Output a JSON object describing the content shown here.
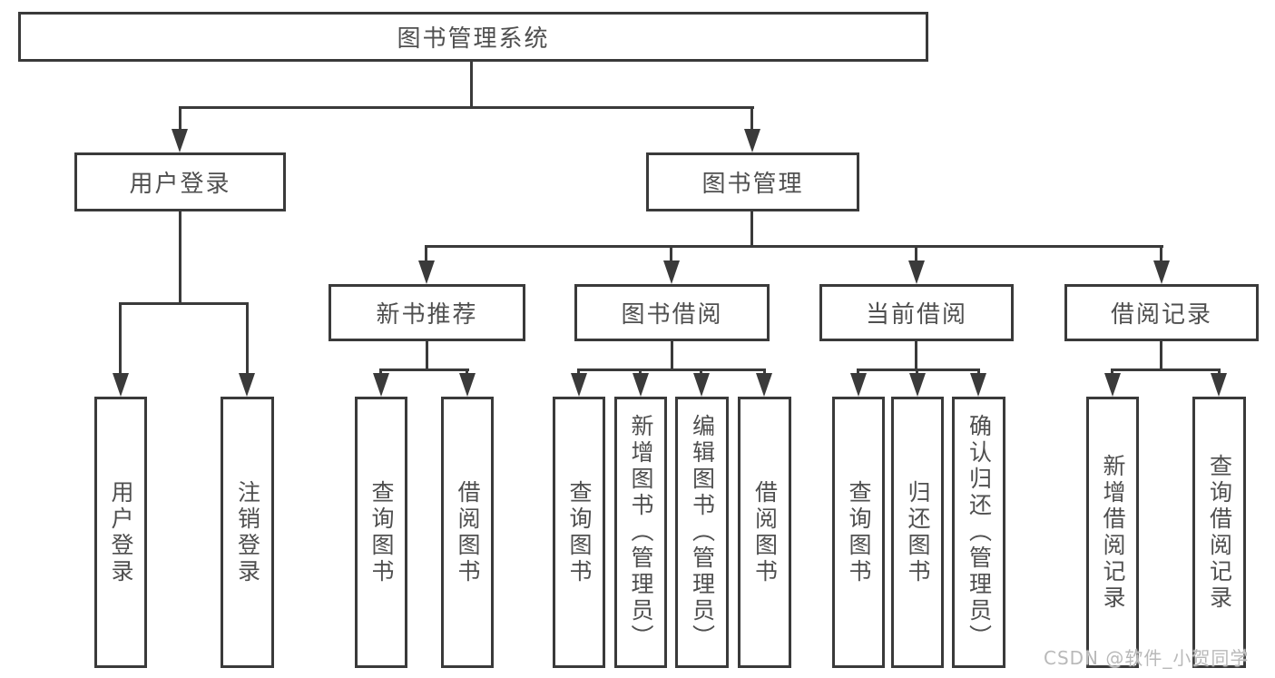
{
  "diagram": {
    "title_hint": "library management system functional structure diagram",
    "root": {
      "label": "图书管理系统"
    },
    "branches": [
      {
        "label": "用户登录",
        "children": [
          {
            "label": "用户登录"
          },
          {
            "label": "注销登录"
          }
        ]
      },
      {
        "label": "图书管理",
        "children": [
          {
            "label": "新书推荐",
            "children": [
              {
                "label": "查询图书"
              },
              {
                "label": "借阅图书"
              }
            ]
          },
          {
            "label": "图书借阅",
            "children": [
              {
                "label": "查询图书"
              },
              {
                "label": "新增图书（管理员）"
              },
              {
                "label": "编辑图书（管理员）"
              },
              {
                "label": "借阅图书"
              }
            ]
          },
          {
            "label": "当前借阅",
            "children": [
              {
                "label": "查询图书"
              },
              {
                "label": "归还图书"
              },
              {
                "label": "确认归还（管理员）"
              }
            ]
          },
          {
            "label": "借阅记录",
            "children": [
              {
                "label": "新增借阅记录"
              },
              {
                "label": "查询借阅记录"
              }
            ]
          }
        ]
      }
    ]
  },
  "watermark": {
    "text": "CSDN @软件_小贺同学"
  },
  "colors": {
    "background": "#ffffff",
    "box_border": "#3a3a3a",
    "connector_line": "#3a3a3a",
    "node_text": "#4f4f4f",
    "watermark_text": "#b9b9b9"
  }
}
